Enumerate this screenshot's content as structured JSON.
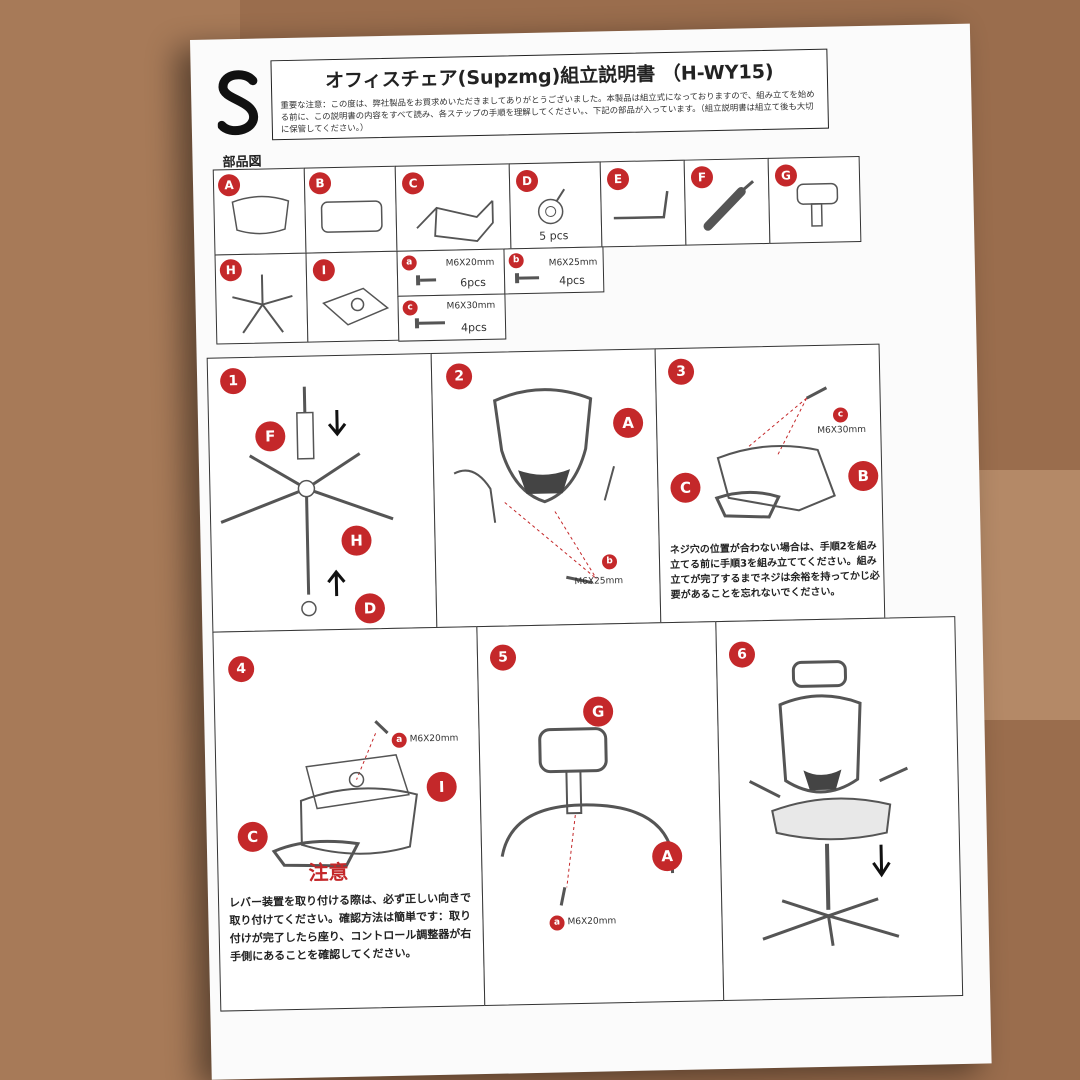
{
  "document": {
    "title": "オフィスチェア(Supzmg)組立説明書 （H-WY15)",
    "notice": "重要な注意：この度は、弊社製品をお買求めいただきましてありがとうございました。本製品は組立式になっておりますので、組み立てを始める前に、この説明書の内容をすべて読み、各ステップの手順を理解してください。、下記の部品が入っています。（組立説明書は組立て後も大切に保管してください。）",
    "parts_heading": "部品図"
  },
  "parts": {
    "A": {
      "letter": "A"
    },
    "B": {
      "letter": "B"
    },
    "C": {
      "letter": "C"
    },
    "D": {
      "letter": "D",
      "qty": "5 pcs"
    },
    "E": {
      "letter": "E"
    },
    "F": {
      "letter": "F"
    },
    "G": {
      "letter": "G"
    },
    "H": {
      "letter": "H"
    },
    "I": {
      "letter": "I"
    },
    "a": {
      "letter": "a",
      "size": "M6X20mm",
      "qty": "6pcs"
    },
    "b": {
      "letter": "b",
      "size": "M6X25mm",
      "qty": "4pcs"
    },
    "c": {
      "letter": "c",
      "size": "M6X30mm",
      "qty": "4pcs"
    }
  },
  "steps": [
    {
      "number": "1",
      "labels": [
        "F",
        "H",
        "D"
      ]
    },
    {
      "number": "2",
      "labels": [
        "A",
        "b"
      ],
      "screw": "M6X25mm"
    },
    {
      "number": "3",
      "labels": [
        "c",
        "C",
        "B"
      ],
      "screw": "M6X30mm",
      "note": "ネジ穴の位置が合わない場合は、手順2を組み立てる前に手順3を組み立ててください。組み立てが完了するまでネジは余裕を持ってかじ必要があることを忘れないでください。"
    },
    {
      "number": "4",
      "labels": [
        "a",
        "I",
        "C"
      ],
      "screw": "M6X20mm",
      "caution_title": "注意",
      "caution_text": "レバー装置を取り付ける際は、必ず正しい向きで取り付けてください。確認方法は簡単です：取り付けが完了したら座り、コントロール調整器が右手側にあることを確認してください。"
    },
    {
      "number": "5",
      "labels": [
        "G",
        "A",
        "a"
      ],
      "screw": "M6X20mm"
    },
    {
      "number": "6"
    }
  ],
  "colors": {
    "accent": "#c4282a",
    "paper": "#fbfbfb",
    "cardboard": "#9a6d4d"
  }
}
